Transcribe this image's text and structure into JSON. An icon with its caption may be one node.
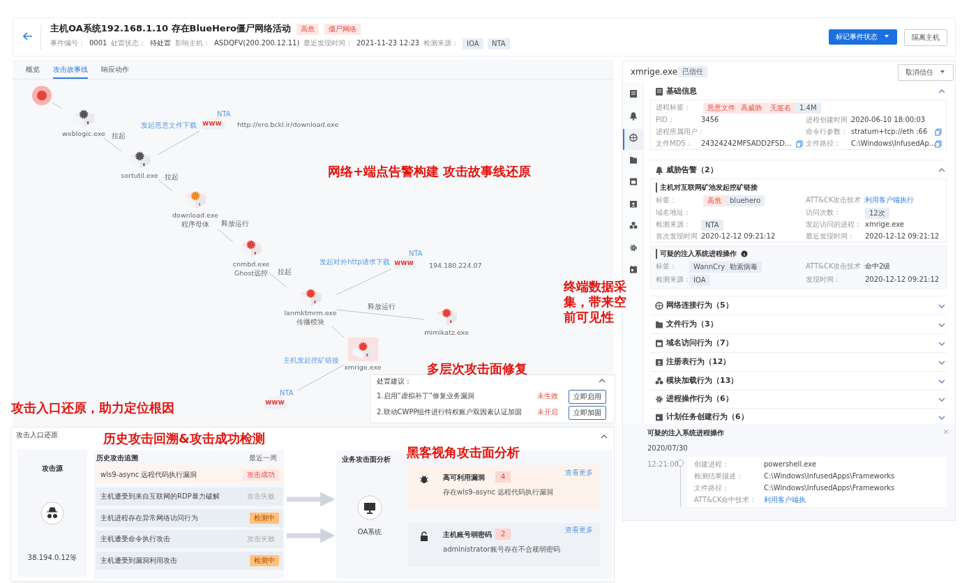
{
  "diagram": {
    "nodes": [
      {
        "text": [],
        "shape": "circle"
      },
      {
        "text": [
          "weblogic.exe"
        ]
      },
      {
        "text": [
          "NTA",
          "www"
        ],
        "beside": [
          "http://ero.bckl.ir/download.exe"
        ]
      },
      {
        "text": [
          "sortutil.exe"
        ]
      },
      {
        "text": [
          "download.exe",
          "程序母体"
        ]
      },
      {
        "text": [
          "cnmbd.exe",
          "Ghost远控"
        ]
      },
      {
        "text": [
          "NTA",
          "www"
        ],
        "beside": [
          "194.180.224.07"
        ]
      },
      {
        "text": [
          "lanmktmrm.exe",
          "传播模块"
        ]
      },
      {
        "text": [
          "mimikatz.exe"
        ]
      },
      {
        "text": [
          "xmrige.exe"
        ]
      },
      {
        "text": [
          "NTA",
          "www"
        ]
      },
      {
        "text": [
          "攻击源",
          "38.194.0.12等"
        ]
      },
      {
        "text": [
          "历史攻击追溯",
          "最近一周"
        ]
      },
      {
        "text": [
          "wls9-async 远程代码执行漏洞",
          "攻击成功"
        ],
        "in": 12
      },
      {
        "text": [
          "主机遭受到来自互联网的RDP暴力破解",
          "攻击失败"
        ],
        "in": 12
      },
      {
        "text": [
          "主机进程存在异常网络访问行为",
          "检测中"
        ],
        "in": 12
      },
      {
        "text": [
          "主机遭受命令执行攻击",
          "攻击失败"
        ],
        "in": 12
      },
      {
        "text": [
          "主机遭受到漏洞利用攻击",
          "检测中"
        ],
        "in": 12
      },
      {
        "text": [
          "业务攻击面分析"
        ]
      },
      {
        "text": [
          "OA系统"
        ],
        "in": 18
      },
      {
        "text": [
          "高可利用漏洞",
          "4",
          "存在wls9-async 远程代码执行漏洞",
          "查看更多"
        ],
        "in": 18
      },
      {
        "text": [
          "主机账号弱密码",
          "2",
          "administrator账号存在不合规弱密码",
          "查看更多"
        ],
        "in": 18
      }
    ],
    "edges": [
      {
        "from": 0,
        "to": 1,
        "arrow": "none"
      },
      {
        "from": 1,
        "to": 3,
        "arrow": "none",
        "label": "拉起"
      },
      {
        "from": 3,
        "to": 2,
        "arrow": "none",
        "label": "发起恶意文件下载"
      },
      {
        "from": 3,
        "to": 4,
        "arrow": "none",
        "label": "拉起"
      },
      {
        "from": 4,
        "to": 5,
        "arrow": "none",
        "label": "释放运行"
      },
      {
        "from": 5,
        "to": 7,
        "arrow": "none",
        "label": "拉起"
      },
      {
        "from": 7,
        "to": 6,
        "arrow": "none",
        "label": "发起对外http请求下载"
      },
      {
        "from": 7,
        "to": 8,
        "arrow": "none",
        "label": "释放运行"
      },
      {
        "from": 7,
        "to": 9,
        "arrow": "none"
      },
      {
        "from": 9,
        "to": 10,
        "arrow": "none",
        "label": "主机发起挖矿链接"
      },
      {
        "from": 12,
        "to": 18,
        "arrow": "to",
        "style": "thick"
      },
      {
        "from": 12,
        "to": 18,
        "arrow": "to",
        "style": "thick"
      }
    ],
    "labels": [
      "主机OA系统192.168.1.10 存在BlueHero僵尸网络活动",
      "高危",
      "僵尸网络",
      "事件编号：",
      "0001",
      "处置状态：",
      "待处置",
      "影响主机：",
      "ASDQFV(200.200.12.11)",
      "最近发现时间：",
      "2021-11-23 12:23",
      "检测来源：",
      "IOA",
      "NTA",
      "标记事件状态",
      "隔离主机",
      "概览",
      "攻击故事线",
      "响应动作",
      "网络+端点告警构建 攻击故事线还原",
      "终端数据采集，带来空前可见性",
      "多层次攻击面修复",
      "攻击入口还原，助力定位根因",
      "处置建议：",
      "1.启用“虚拟补丁”修复业务漏洞",
      "未生效",
      "立即启用",
      "2.联动CWPP组件进行特权账户双因素认证加固",
      "未开启",
      "立即加固",
      "攻击入口还原",
      "历史攻击回溯&攻击成功检测",
      "黑客视角攻击面分析",
      "xmrige.exe",
      "已信任",
      "取消信任",
      "基础信息",
      "进程标签：",
      "恶意文件",
      "高威胁",
      "无签名",
      "1.4M",
      "PID：",
      "3456",
      "进程创建时间：",
      "2020-06-10 18:00:03",
      "进程所属用户：",
      "命令行参数：",
      "stratum+tcp://eth :66",
      "文件MD5：",
      "24324242MFSADD2FSD...",
      "文件路径：",
      "C:\\Windows\\InfusedAp...",
      "威胁告警（2）",
      "主机对互联网矿池发起挖矿链接",
      "标签：",
      "高危",
      "bluehero",
      "ATT&CK攻击技术：",
      "利用客户端执行",
      "域名地址：",
      "访问次数：",
      "12次",
      "检测来源：",
      "NTA",
      "发起访问的进程：",
      "xmrige.exe",
      "首次发现时间：",
      "2020-12-12 09:21:12",
      "最近发现时间：",
      "2020-12-12 09:21:12",
      "可疑的注入系统进程操作",
      "标签：",
      "WannCry",
      "勒索病毒",
      "ATT&CK攻击技术：",
      "命中2级",
      "检测来源：",
      "IOA",
      "发现时间：",
      "2020-12-12 09:21:12",
      "网络连接行为（5）",
      "文件行为（3）",
      "域名访问行为（7）",
      "注册表行为（12）",
      "模块加载行为（13）",
      "进程操作行为（6）",
      "计划任务创建行为（6）",
      "可疑的注入系统进程操作",
      "2020/07/30",
      "12:21:00",
      "创建进程：",
      "powershell.exe",
      "检测结果描述：",
      "C:\\Windows\\InfusedApps\\Frameworks",
      "文件路径：",
      "C:\\Windows\\InfusedApps\\Frameworks",
      "ATT&CK命中技术：",
      "利用客户端执"
    ]
  }
}
